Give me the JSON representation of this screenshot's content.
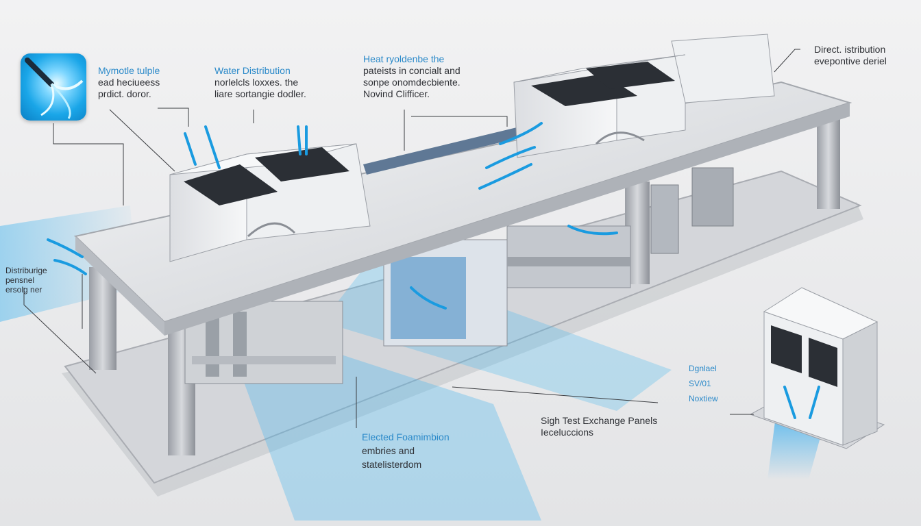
{
  "labels": {
    "top_left": {
      "line1": "Mymotle tulple",
      "line2": "ead heciueess",
      "line3": "prdict. doror."
    },
    "water": {
      "line1": "Water Distribution",
      "line2": "norlelcls loxxes. the",
      "line3": "liare sortangie dodler."
    },
    "heat": {
      "line1": "Heat ryoldenbe the",
      "line2": "pateists in concialt and",
      "line3": "sonpe onomdecbiente.",
      "line4": "Novind Clifficer."
    },
    "direct": {
      "line1": "Direct. istribution",
      "line2": "evepontive deriel"
    },
    "left_mid": {
      "line1": "Distriburige",
      "line2": "pensnel",
      "line3": "ersolg ner"
    },
    "side_unit": {
      "line1": "Dgnlael",
      "line2": "SV/01",
      "line3": "Noxtiew"
    },
    "exchange": {
      "line1": "Sigh Test Exchange Panels",
      "line2": "Ieceluccions"
    },
    "elected": {
      "line1": "Elected Foamimbion",
      "line2": "embries and",
      "line3": "statelisterdom"
    }
  },
  "colors": {
    "accent": "#2a89c9",
    "water_blue": "#1aa6e8",
    "metal_light": "#f3f4f6",
    "metal_mid": "#c9ccd1",
    "metal_dark": "#7d8188",
    "vent": "#2b2f35"
  },
  "icons": [
    "water-splash-icon",
    "flow-arrow-icon",
    "vent-grille-icon"
  ]
}
